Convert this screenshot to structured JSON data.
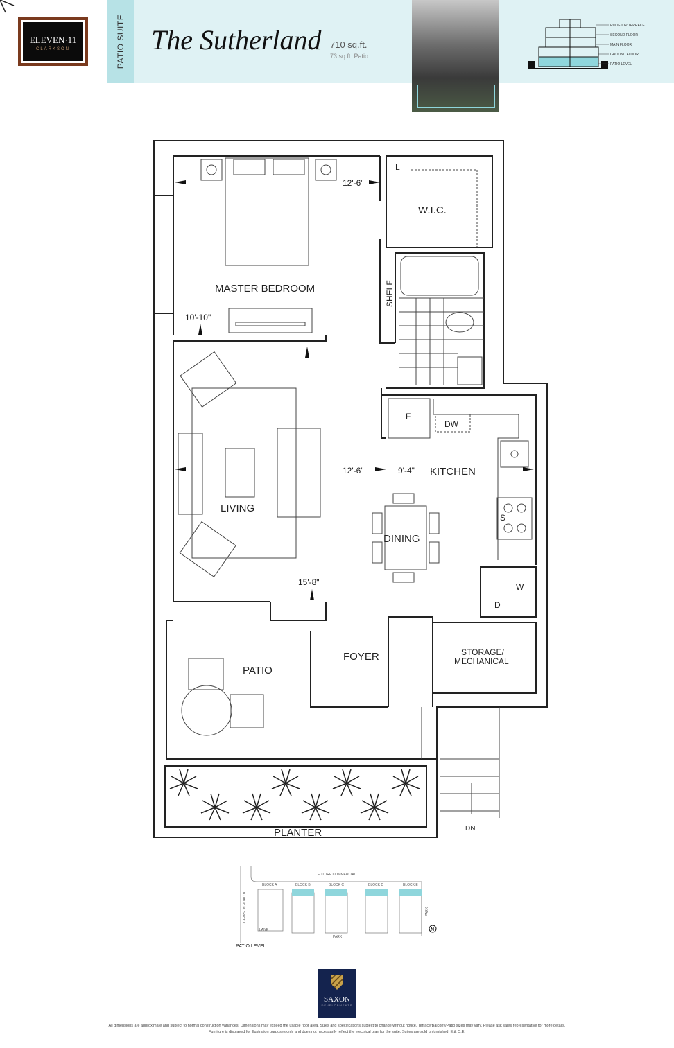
{
  "brand": {
    "logo_line1": "ELEVEN·11",
    "logo_line2": "CLARKSON",
    "developer": "SAXON",
    "developer_sub": "DEVELOPMENTS"
  },
  "header": {
    "suite_type": "PATIO SUITE",
    "title": "The Sutherland",
    "area": "710 sq.ft.",
    "patio_area": "73 sq.ft. Patio"
  },
  "section_levels": [
    "ROOFTOP TERRACE",
    "SECOND FLOOR",
    "MAIN FLOOR",
    "GROUND FLOOR",
    "PATIO LEVEL"
  ],
  "highlight_color": "#8fd6dc",
  "rooms": {
    "master_bedroom": "MASTER BEDROOM",
    "wic": "W.I.C.",
    "linen": "L",
    "shelf": "SHELF",
    "living": "LIVING",
    "kitchen": "KITCHEN",
    "dining": "DINING",
    "fridge": "F",
    "dishwasher": "DW",
    "stove": "S",
    "washer": "W",
    "dryer": "D",
    "storage": "STORAGE/",
    "storage2": "MECHANICAL",
    "foyer": "FOYER",
    "patio": "PATIO",
    "planter": "PLANTER",
    "down": "DN"
  },
  "dimensions": {
    "bed_w": "12'-6\"",
    "bed_d": "10'-10\"",
    "living_w": "12'-6\"",
    "kitchen_w": "9'-4\"",
    "living_d": "15'-8\""
  },
  "site_plan": {
    "top": "FUTURE COMMERCIAL",
    "blocks": [
      "BLOCK A",
      "BLOCK B",
      "BLOCK C",
      "BLOCK D",
      "BLOCK E"
    ],
    "road": "CLARKSON ROAD N",
    "lane": "LANE",
    "park": "PARK",
    "park_side": "PARK",
    "north": "N",
    "level": "PATIO LEVEL"
  },
  "disclaimer": "All dimensions are approximate and subject to normal construction variances. Dimensions may exceed the usable floor area. Sizes and specifications subject to change without notice. Terrace/Balcony/Patio sizes may vary. Please ask sales representative for more details. Furniture is displayed for illustration purposes only and does not necessarily reflect the electrical plan for the suite. Suites are sold unfurnished. E.& O.E."
}
